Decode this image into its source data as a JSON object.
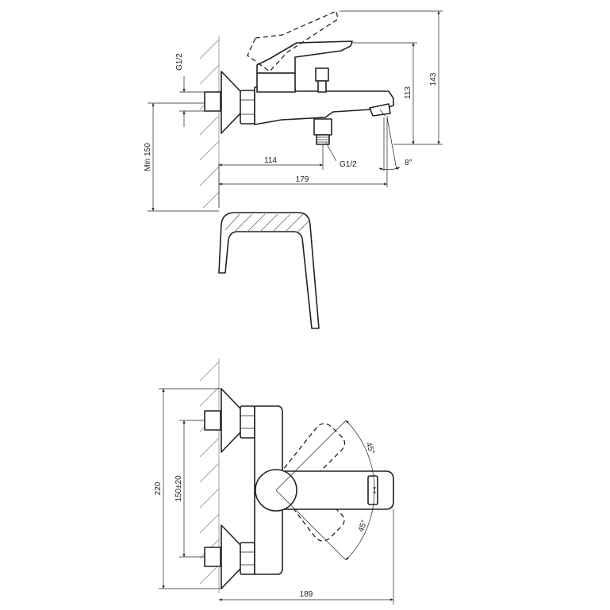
{
  "side_view": {
    "thread_inlet": "G1/2",
    "thread_outlet": "G1/2",
    "dim_height_total": "143",
    "dim_height_spout": "113",
    "dim_min_wall": "Min 150",
    "dim_outlet_offset": "114",
    "dim_projection": "179",
    "dim_spout_angle": "8°"
  },
  "front_view": {
    "dim_height": "220",
    "dim_centers": "150±20",
    "dim_width": "189",
    "angle_up": "45°",
    "angle_down": "45°"
  }
}
